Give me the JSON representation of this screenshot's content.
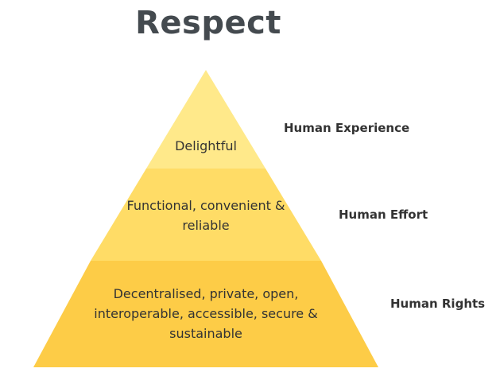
{
  "title": "Respect",
  "tiers": [
    {
      "text": "Delightful",
      "label": "Human Experience",
      "color": "#ffe98a"
    },
    {
      "text": "Functional, convenient & reliable",
      "label": "Human Effort",
      "color": "#ffdc66"
    },
    {
      "text": "Decentralised, private, open, interoperable, accessible, secure & sustainable",
      "label": "Human Rights",
      "color": "#fdcc47"
    }
  ]
}
